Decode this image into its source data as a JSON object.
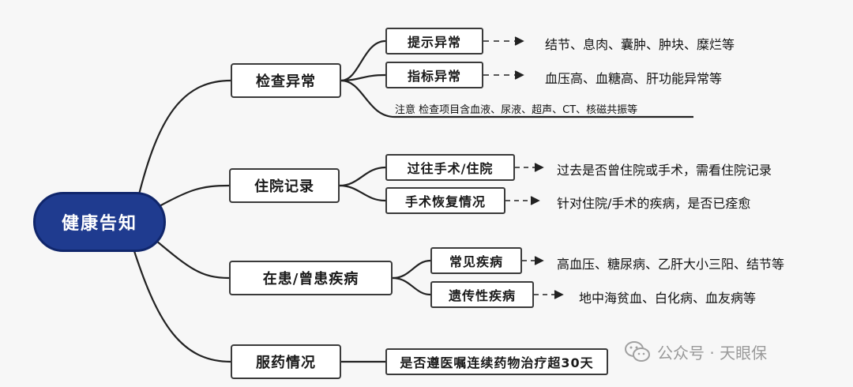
{
  "root": "健康告知",
  "branches": [
    {
      "label": "检查异常",
      "items": [
        {
          "label": "提示异常",
          "detail": "结节、息肉、囊肿、肿块、糜烂等"
        },
        {
          "label": "指标异常",
          "detail": "血压高、血糖高、肝功能异常等"
        }
      ],
      "note": "注意  检查项目含血液、尿液、超声、CT、核磁共振等"
    },
    {
      "label": "住院记录",
      "items": [
        {
          "label": "过往手术/住院",
          "detail": "过去是否曾住院或手术，需看住院记录"
        },
        {
          "label": "手术恢复情况",
          "detail": "针对住院/手术的疾病，是否已痊愈"
        }
      ]
    },
    {
      "label": "在患/曾患疾病",
      "items": [
        {
          "label": "常见疾病",
          "detail": "高血压、糖尿病、乙肝大小三阳、结节等"
        },
        {
          "label": "遗传性疾病",
          "detail": "地中海贫血、白化病、血友病等"
        }
      ]
    },
    {
      "label": "服药情况",
      "items": [
        {
          "label": "是否遵医嘱连续药物治疗超30天"
        }
      ]
    }
  ],
  "watermark": "公众号 · 天眼保",
  "icons": {
    "watermark": "wechat-icon"
  }
}
